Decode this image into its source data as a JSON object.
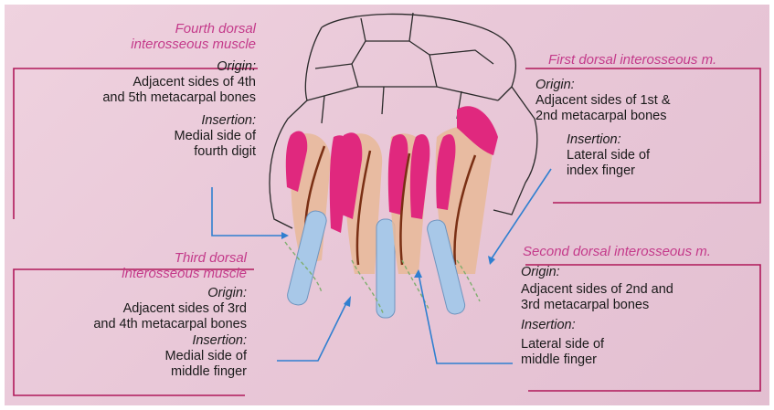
{
  "labels": {
    "fourth": {
      "title": [
        "Fourth dorsal",
        "interosseous muscle"
      ],
      "origin_heading": "Origin:",
      "origin": [
        "Adjacent sides of 4th",
        "and 5th metacarpal bones"
      ],
      "insertion_heading": "Insertion:",
      "insertion": [
        "Medial side of",
        "fourth digit"
      ]
    },
    "first": {
      "title": [
        "First dorsal interosseous m."
      ],
      "origin_heading": "Origin:",
      "origin": [
        "Adjacent sides of 1st &",
        "2nd metacarpal bones"
      ],
      "insertion_heading": "Insertion:",
      "insertion": [
        "Lateral side of",
        "index finger"
      ]
    },
    "third": {
      "title": [
        "Third dorsal",
        "interosseous muscle"
      ],
      "origin_heading": "Origin:",
      "origin": [
        "Adjacent sides of 3rd",
        "and 4th metacarpal bones"
      ],
      "insertion_heading": "Insertion:",
      "insertion": [
        "Medial side of",
        "middle finger"
      ]
    },
    "second": {
      "title": [
        "Second dorsal interosseous m."
      ],
      "origin_heading": "Origin:",
      "origin": [
        "Adjacent sides of 2nd and",
        "3rd metacarpal bones"
      ],
      "insertion_heading": "Insertion:",
      "insertion": [
        "Lateral side of",
        "middle finger"
      ]
    }
  },
  "colors": {
    "background": "#e9c8d8",
    "title_text": "#c43a8a",
    "body_text": "#1a1a1a",
    "bracket_line": "#b0195a",
    "pointer_line": "#2f7fd0",
    "muscle_origin": "#e0287e",
    "muscle_belly": "#e8b898",
    "tendon": "#7a2f14",
    "metacarpal": "#a8c8e8"
  }
}
